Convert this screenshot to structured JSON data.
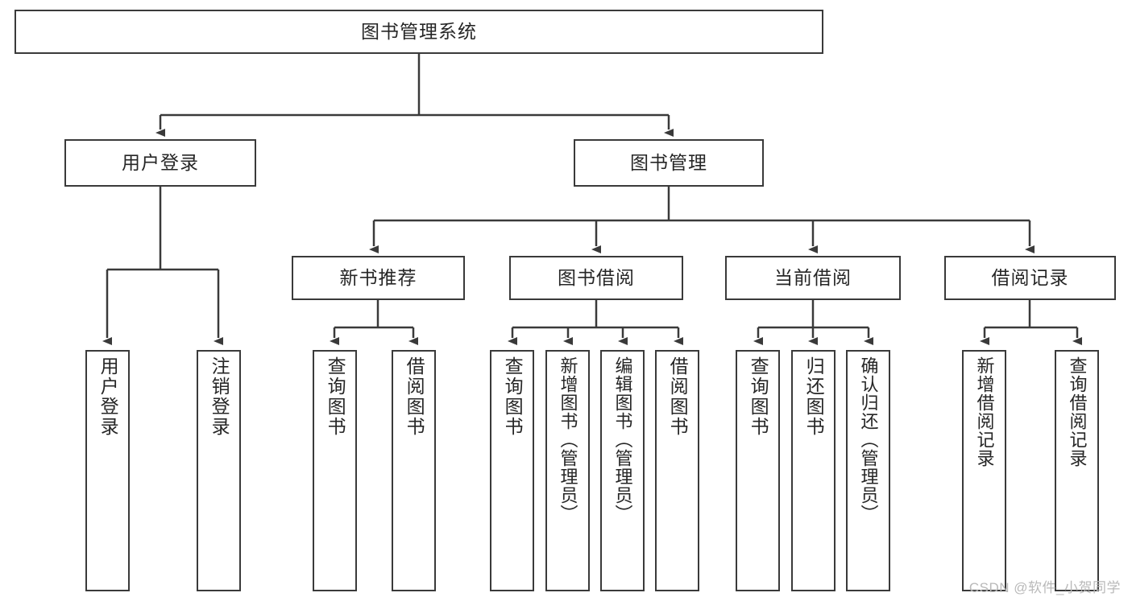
{
  "diagram": {
    "title": "图书管理系统",
    "root": {
      "label": "图书管理系统"
    },
    "level1": [
      {
        "label": "用户登录"
      },
      {
        "label": "图书管理"
      }
    ],
    "level2": [
      {
        "label": "新书推荐"
      },
      {
        "label": "图书借阅"
      },
      {
        "label": "当前借阅"
      },
      {
        "label": "借阅记录"
      }
    ],
    "leaves": {
      "user_login": [
        {
          "label": "用户登录"
        },
        {
          "label": "注销登录"
        }
      ],
      "new_book_recommend": [
        {
          "label": "查询图书"
        },
        {
          "label": "借阅图书"
        }
      ],
      "book_borrow": [
        {
          "label": "查询图书"
        },
        {
          "label": "新增图书（管理员）"
        },
        {
          "label": "编辑图书（管理员）"
        },
        {
          "label": "借阅图书"
        }
      ],
      "current_borrow": [
        {
          "label": "查询图书"
        },
        {
          "label": "归还图书"
        },
        {
          "label": "确认归还（管理员）"
        }
      ],
      "borrow_record": [
        {
          "label": "新增借阅记录"
        },
        {
          "label": "查询借阅记录"
        }
      ]
    }
  },
  "watermark": {
    "text": "CSDN @软件_小贺同学"
  },
  "colors": {
    "stroke": "#3a3a3a",
    "text": "#262626",
    "background": "#ffffff",
    "watermark": "#b9b9b9"
  }
}
